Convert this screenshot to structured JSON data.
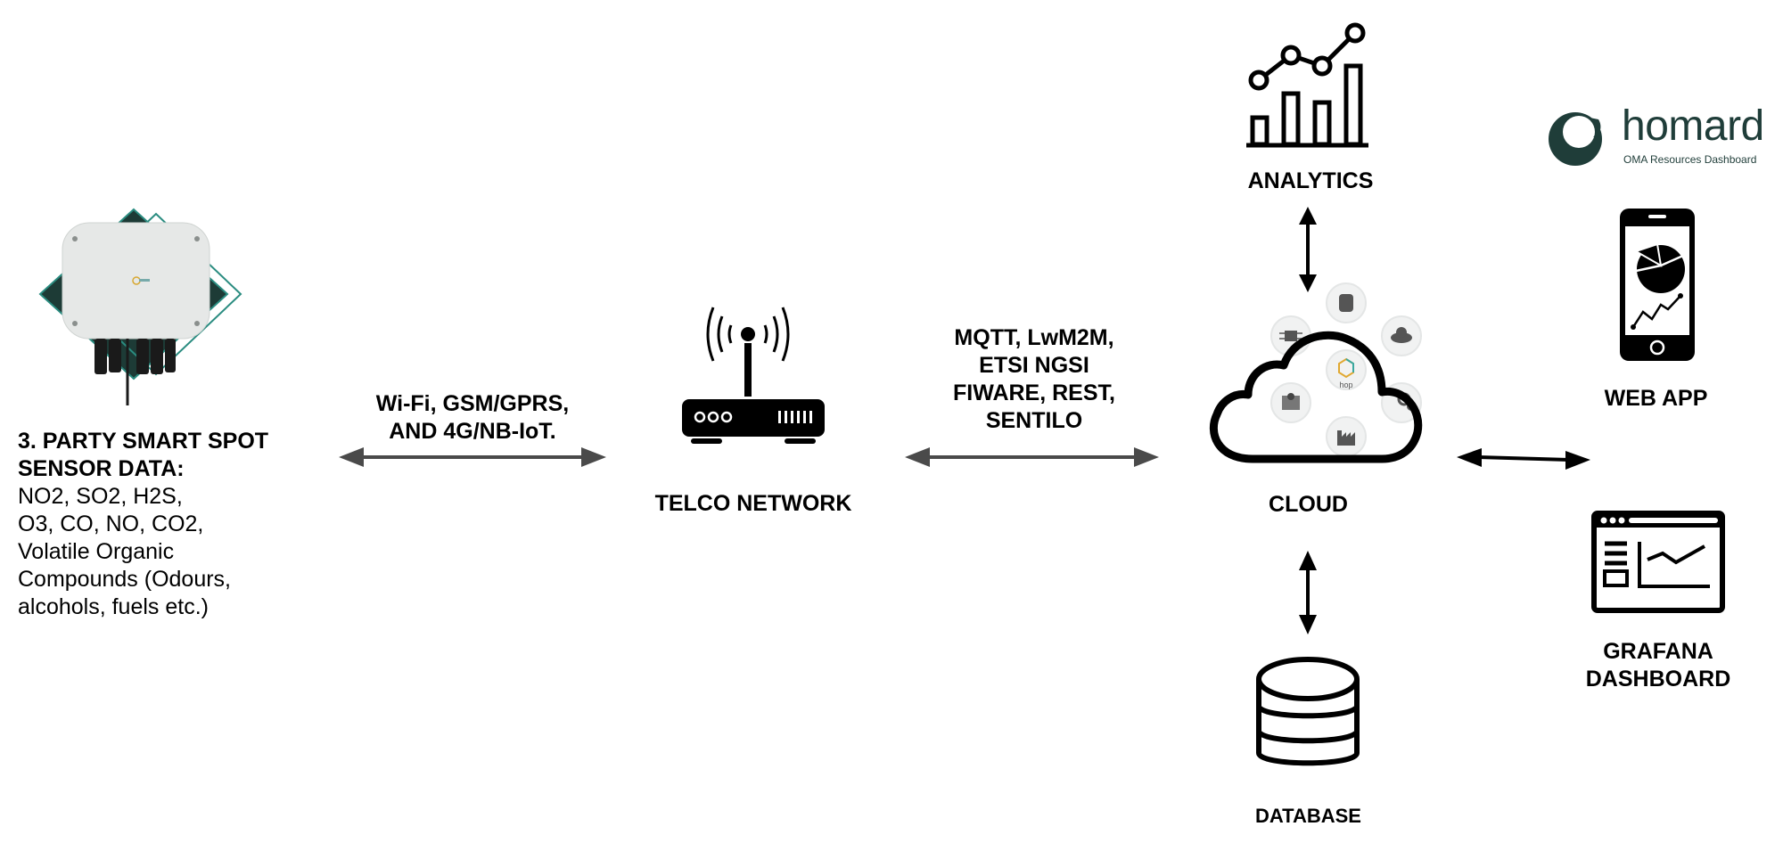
{
  "sensor": {
    "title_lines": [
      "3. PARTY SMART SPOT",
      "SENSOR DATA:"
    ],
    "data_lines": [
      "NO2, SO2, H2S,",
      "O3, CO, NO, CO2,",
      "Volatile Organic",
      "Compounds (Odours,",
      "alcohols, fuels etc.)"
    ],
    "accent_color": "#2a8c80",
    "dark_color": "#1d3b36"
  },
  "links": {
    "sensor_to_telco": [
      "Wi-Fi, GSM/GPRS,",
      "AND 4G/NB-IoT."
    ],
    "telco_to_cloud": [
      "MQTT, LwM2M,",
      "ETSI NGSI",
      "FIWARE, REST,",
      "SENTILO"
    ]
  },
  "nodes": {
    "telco": "TELCO NETWORK",
    "cloud": "CLOUD",
    "analytics": "ANALYTICS",
    "database": "DATABASE",
    "webapp": "WEB APP",
    "grafana": [
      "GRAFANA",
      "DASHBOARD"
    ]
  },
  "cloud_hub": {
    "center_label": "hop",
    "petal_icons": [
      "database-icon",
      "cloud-icon",
      "gears-icon",
      "factory-icon",
      "person-screen-icon",
      "chip-icon"
    ]
  },
  "homard": {
    "name": "homard",
    "tagline": "OMA Resources Dashboard",
    "brand_color": "#1f3d39"
  },
  "colors": {
    "arrow_gray": "#4a4a4a",
    "arrow_black": "#000000"
  }
}
